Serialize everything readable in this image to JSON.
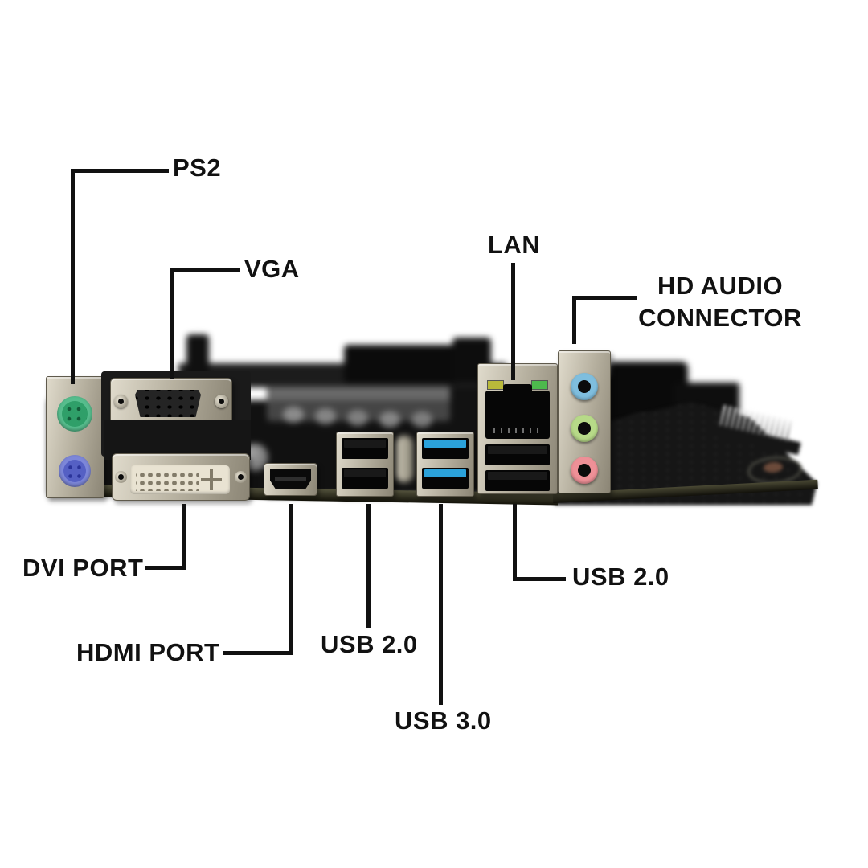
{
  "meta": {
    "description": "Annotated photo-diagram of a motherboard rear I/O panel with callout labels",
    "background": "#ffffff"
  },
  "colors": {
    "line": "#111111",
    "label": "#111111",
    "metal-light": "#e0dbcc",
    "metal-mid": "#b6b09f",
    "metal-dark": "#8b8575",
    "pcb": "#161616",
    "ps2-keyboard": "#57bd8d",
    "ps2-keyboard-inner": "#2f9f69",
    "ps2-mouse": "#7d87d9",
    "ps2-mouse-inner": "#5560c4",
    "usb3-blue": "#2ba2da",
    "audio-line-in": "#7fbede",
    "audio-line-out": "#b7da88",
    "audio-mic": "#ee9097",
    "led-yellow": "#b9b93a",
    "led-green": "#4db94d"
  },
  "callouts": {
    "ps2": {
      "label": "PS2"
    },
    "vga": {
      "label": "VGA"
    },
    "lan": {
      "label": "LAN"
    },
    "hd_audio": {
      "label_line1": "HD AUDIO",
      "label_line2": "CONNECTOR"
    },
    "dvi": {
      "label": "DVI PORT"
    },
    "hdmi": {
      "label": "HDMI PORT"
    },
    "usb2_mid": {
      "label": "USB 2.0"
    },
    "usb3": {
      "label": "USB 3.0"
    },
    "usb2_right": {
      "label": "USB 2.0"
    }
  },
  "ports": [
    {
      "name": "PS2 (green round connector)",
      "count": 1
    },
    {
      "name": "PS2 (purple round connector)",
      "count": 1
    },
    {
      "name": "VGA (D-sub 15)",
      "count": 1
    },
    {
      "name": "DVI PORT",
      "count": 1
    },
    {
      "name": "HDMI PORT",
      "count": 1
    },
    {
      "name": "USB 2.0 (black)",
      "count": 4
    },
    {
      "name": "USB 3.0 (blue)",
      "count": 2
    },
    {
      "name": "LAN (RJ45 with yellow/green LEDs)",
      "count": 1
    },
    {
      "name": "HD AUDIO jacks (blue, green, pink)",
      "count": 3
    }
  ]
}
